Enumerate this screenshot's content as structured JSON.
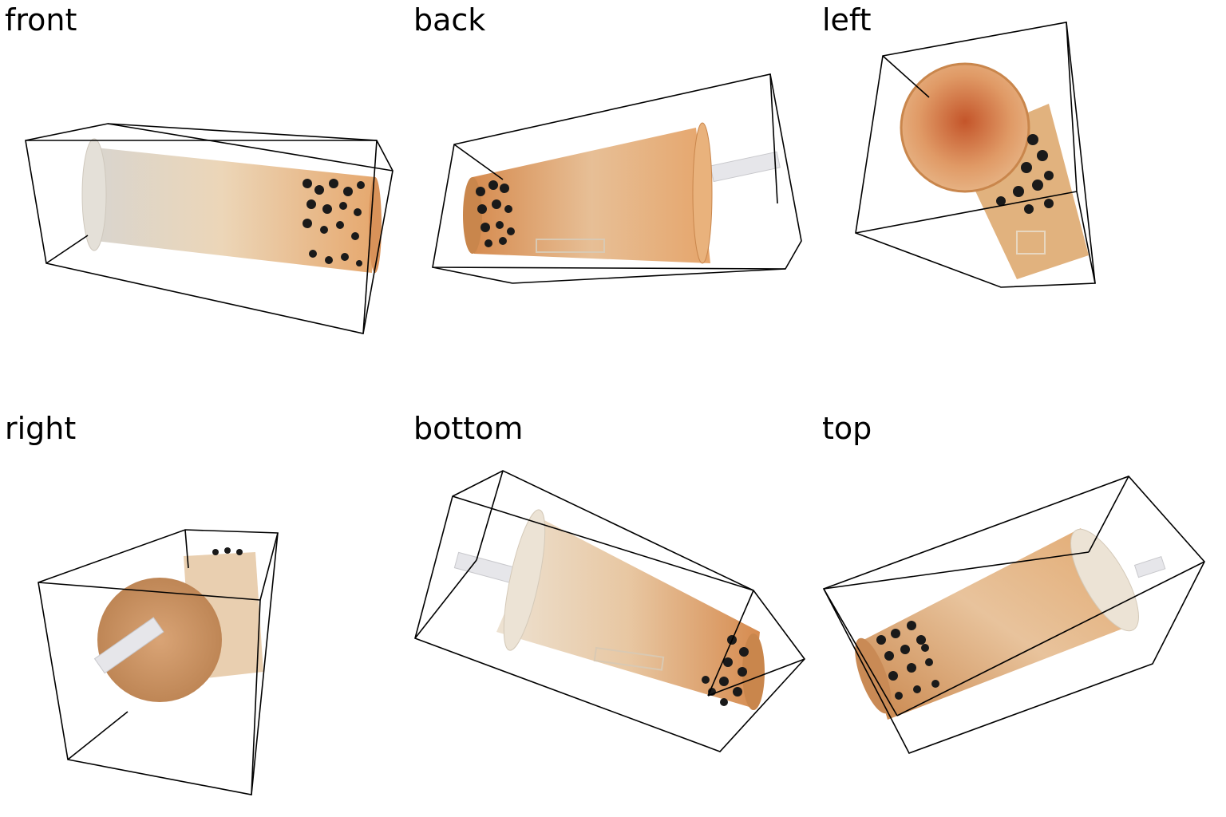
{
  "views": [
    {
      "key": "front",
      "title": "front"
    },
    {
      "key": "back",
      "title": "back"
    },
    {
      "key": "left",
      "title": "left"
    },
    {
      "key": "right",
      "title": "right"
    },
    {
      "key": "bottom",
      "title": "bottom"
    },
    {
      "key": "top",
      "title": "top"
    }
  ],
  "colors": {
    "cup_light": "#ecdcc6",
    "cup_mid": "#e3b27e",
    "cup_dark": "#c9864c",
    "lid_rim": "#e8e2d6",
    "straw": "#e6e6ea",
    "pearl": "#1a1a1a",
    "box_edge": "#000000",
    "background": "#ffffff"
  }
}
